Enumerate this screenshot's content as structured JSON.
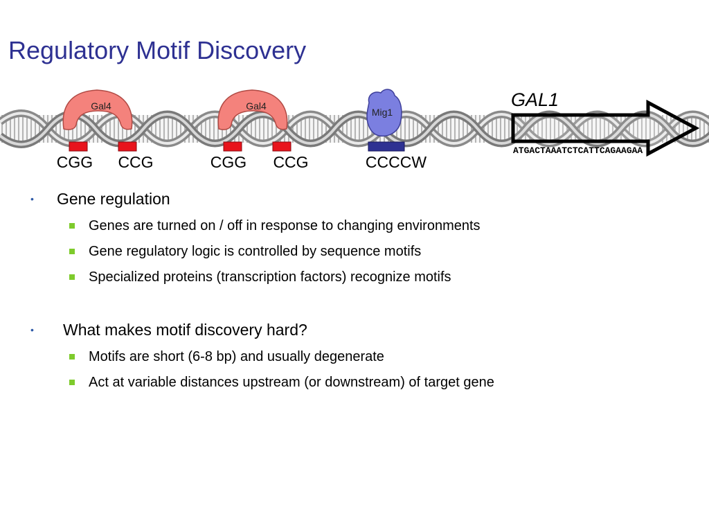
{
  "slide": {
    "title": "Regulatory Motif Discovery"
  },
  "diagram": {
    "gene_label": "GAL1",
    "sequence": "ATGACTAAATCTCATTCAGAAGAA",
    "proteins": [
      {
        "name": "Gal4",
        "color": "#f4827c"
      },
      {
        "name": "Gal4",
        "color": "#f4827c"
      },
      {
        "name": "Mig1",
        "color": "#7b7fe0"
      }
    ],
    "sites": [
      {
        "label": "CGG",
        "color": "#e8141c"
      },
      {
        "label": "CCG",
        "color": "#e8141c"
      },
      {
        "label": "CGG",
        "color": "#e8141c"
      },
      {
        "label": "CCG",
        "color": "#e8141c"
      },
      {
        "label": "CCCCW",
        "color": "#2e3192"
      }
    ]
  },
  "bullets": [
    {
      "text": "Gene regulation",
      "sub": [
        "Genes are turned on / off in response to changing environments",
        "Gene regulatory logic is controlled by sequence motifs",
        "Specialized proteins (transcription factors) recognize motifs"
      ]
    },
    {
      "text": "What makes motif discovery hard?",
      "sub": [
        "Motifs are short (6-8 bp) and usually degenerate",
        "Act at variable distances upstream (or downstream) of target gene"
      ]
    }
  ],
  "colors": {
    "title": "#2e3192",
    "bullet_dot": "#2e5aa7",
    "sub_bullet": "#7ecb2c"
  }
}
